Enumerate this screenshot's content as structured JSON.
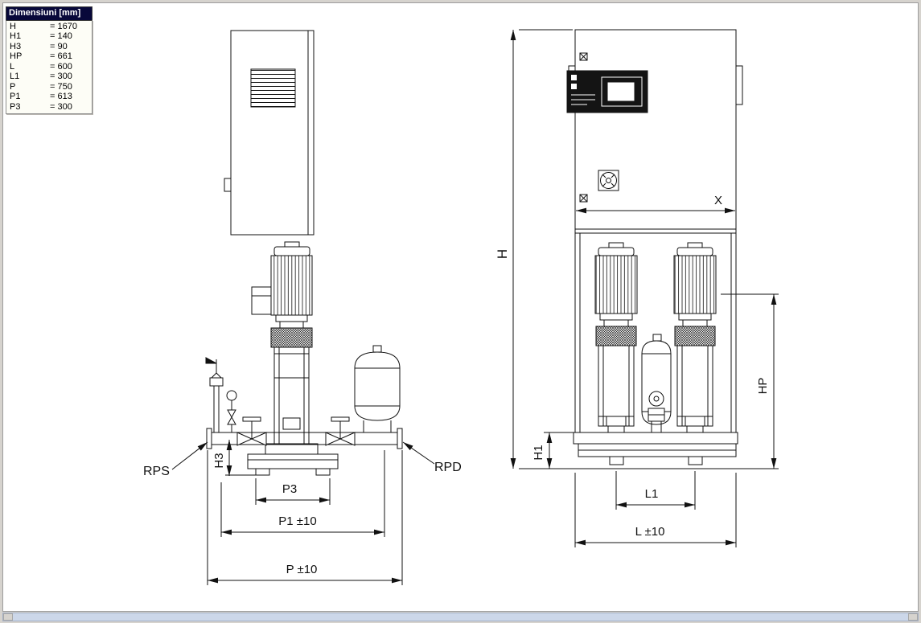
{
  "chrome": {
    "border_color": "#d6d3ce",
    "canvas_bg": "#ffffff",
    "bottom_bar_color": "#ccd7e9",
    "line_color": "#111111",
    "table_header_bg": "#08083a"
  },
  "dim_table": {
    "title": "Dimensiuni [mm]",
    "rows": [
      {
        "label": "H",
        "value": "= 1670"
      },
      {
        "label": "H1",
        "value": "= 140"
      },
      {
        "label": "H3",
        "value": "= 90"
      },
      {
        "label": "HP",
        "value": "= 661"
      },
      {
        "label": "L",
        "value": "= 600"
      },
      {
        "label": "L1",
        "value": "= 300"
      },
      {
        "label": "P",
        "value": "= 750"
      },
      {
        "label": "P1",
        "value": "= 613"
      },
      {
        "label": "P3",
        "value": "= 300"
      }
    ]
  },
  "side_view": {
    "labels": {
      "rps": "RPS",
      "rpd": "RPD",
      "h3": "H3",
      "p3": "P3",
      "p1": "P1 ±10",
      "p": "P ±10"
    }
  },
  "front_view": {
    "labels": {
      "h": "H",
      "x": "X",
      "hp": "HP",
      "h1": "H1",
      "l1": "L1",
      "l": "L ±10"
    }
  }
}
